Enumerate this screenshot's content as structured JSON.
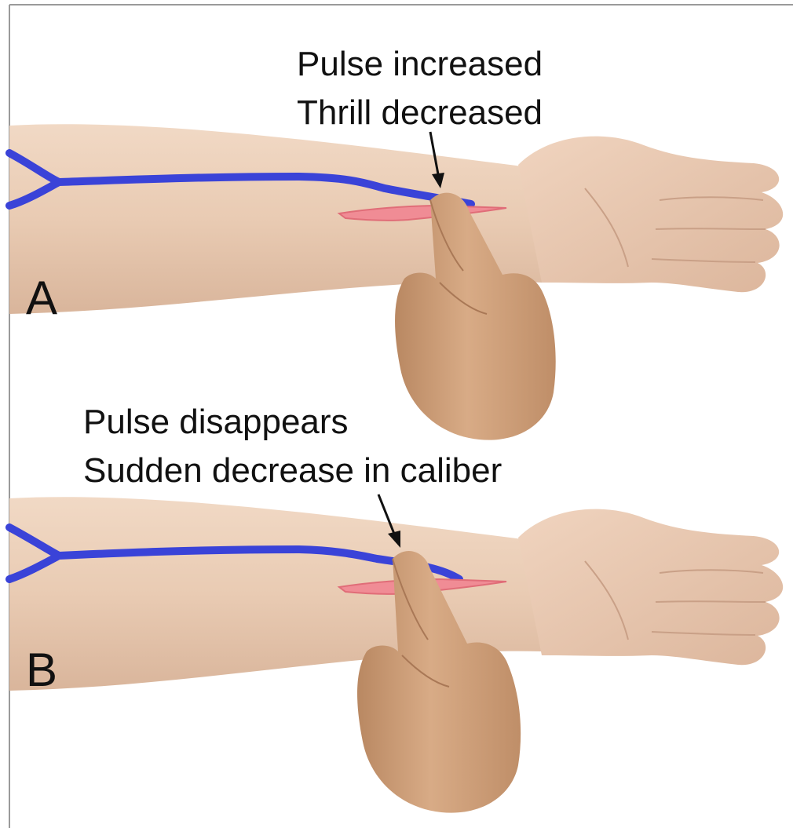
{
  "panels": [
    {
      "letter": "A",
      "caption_line1": "Pulse increased",
      "caption_line2": "Thrill decreased"
    },
    {
      "letter": "B",
      "caption_line1": "Pulse disappears",
      "caption_line2": "Sudden decrease in caliber"
    }
  ],
  "colors": {
    "skin": "#e9cbb3",
    "skin_shadow": "#d8b39a",
    "finger": "#d3a57f",
    "finger_shadow": "#b98862",
    "vein": "#3a43d8",
    "artery": "#f08c95",
    "text": "#111111",
    "frame": "#9a9a9a"
  }
}
